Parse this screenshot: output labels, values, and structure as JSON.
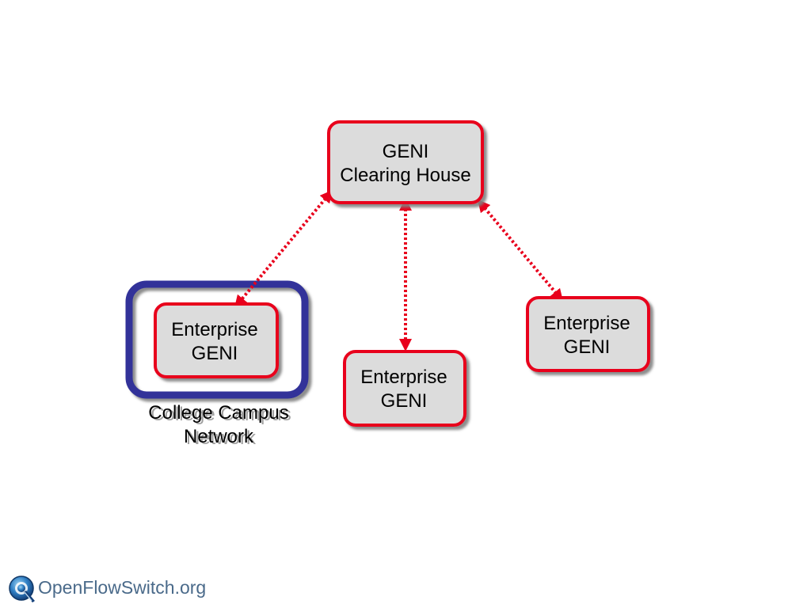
{
  "diagram": {
    "clearing_house": {
      "line1": "GENI",
      "line2": "Clearing House"
    },
    "enterprise_left": {
      "line1": "Enterprise",
      "line2": "GENI"
    },
    "enterprise_center": {
      "line1": "Enterprise",
      "line2": "GENI"
    },
    "enterprise_right": {
      "line1": "Enterprise",
      "line2": "GENI"
    },
    "campus": {
      "line1": "College Campus",
      "line2": "Network"
    }
  },
  "colors": {
    "node_border": "#e8001c",
    "node_fill": "#dcdcdc",
    "campus_border": "#333399",
    "connector": "#e8001c"
  },
  "footer": {
    "brand": "OpenFlowSwitch.org",
    "icon": "openflow-q-logo-icon"
  }
}
